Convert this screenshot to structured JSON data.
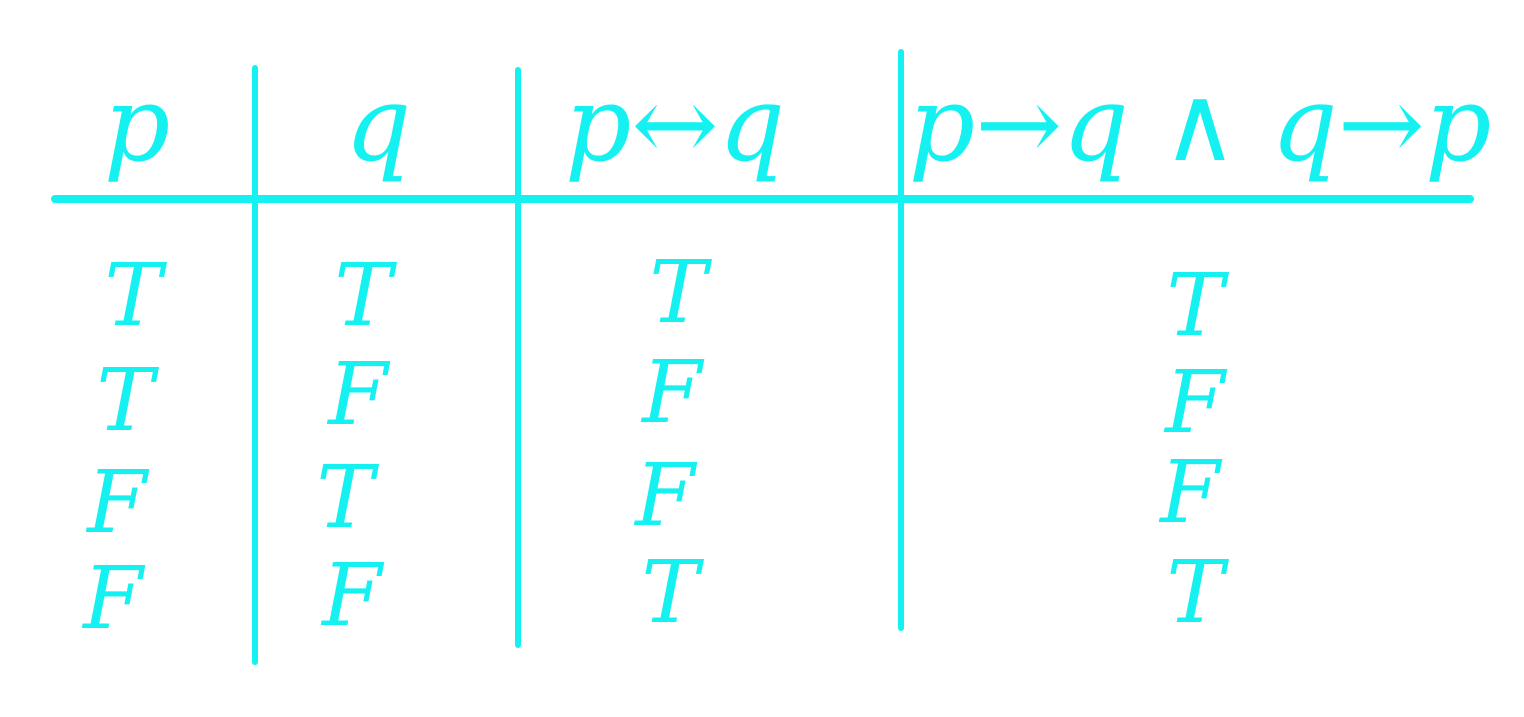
{
  "ink_color": "#15f1f1",
  "background_color": "#ffffff",
  "table": {
    "headers": [
      "p",
      "q",
      "p↔q",
      "p→q ∧ q→p"
    ],
    "rows": [
      [
        "T",
        "T",
        "T",
        "T"
      ],
      [
        "T",
        "F",
        "F",
        "F"
      ],
      [
        "F",
        "T",
        "F",
        "F"
      ],
      [
        "F",
        "F",
        "T",
        "T"
      ]
    ]
  }
}
